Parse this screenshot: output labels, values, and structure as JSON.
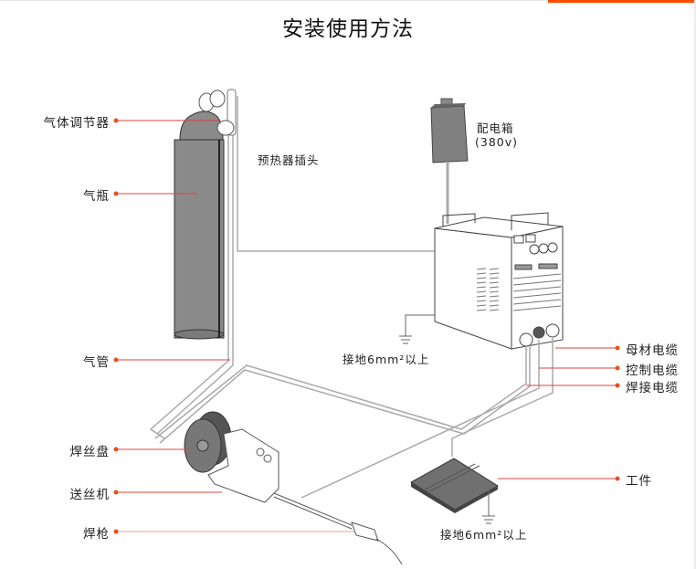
{
  "title": "安装使用方法",
  "accent_color": "#ff4a00",
  "leader_color": "#e04040",
  "labels_left": [
    {
      "id": "gas-regulator",
      "text": "气体调节器"
    },
    {
      "id": "gas-cylinder",
      "text": "气瓶"
    },
    {
      "id": "gas-hose",
      "text": "气管"
    },
    {
      "id": "wire-spool",
      "text": "焊丝盘"
    },
    {
      "id": "wire-feeder",
      "text": "送丝机"
    },
    {
      "id": "welding-torch",
      "text": "焊枪"
    }
  ],
  "labels_right": [
    {
      "id": "base-material-cable",
      "text": "母材电缆"
    },
    {
      "id": "control-cable",
      "text": "控制电缆"
    },
    {
      "id": "welding-cable",
      "text": "焊接电缆"
    },
    {
      "id": "workpiece",
      "text": "工件"
    }
  ],
  "preheater_plug": "预热器插头",
  "distribution_box": {
    "line1": "配电箱",
    "line2": "(380v)"
  },
  "ground_machine": "接地6mm²以上",
  "ground_workpiece": "接地6mm²以上"
}
